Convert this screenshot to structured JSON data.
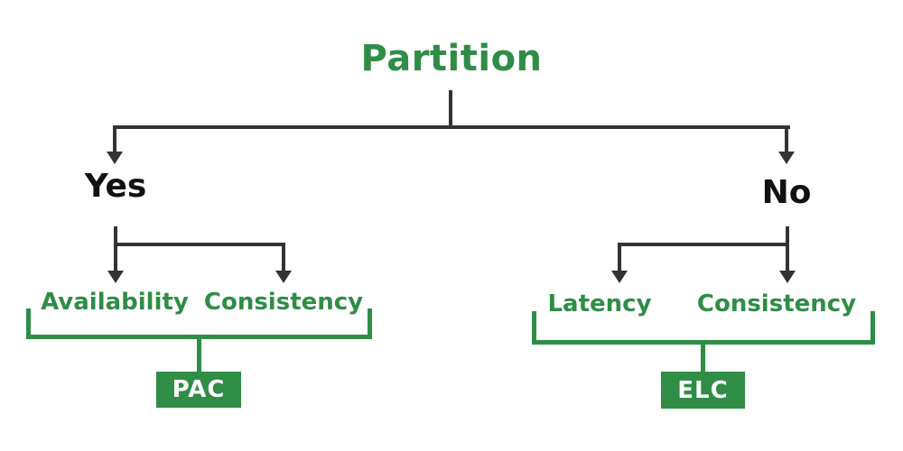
{
  "diagram": {
    "title": "Partition",
    "branches": {
      "yes": {
        "label": "Yes",
        "options": [
          "Availability",
          "Consistency"
        ],
        "result": "PAC"
      },
      "no": {
        "label": "No",
        "options": [
          "Latency",
          "Consistency"
        ],
        "result": "ELC"
      }
    },
    "colors": {
      "accent_green": "#2f8d46",
      "connector_dark": "#333333",
      "decision_text": "#111111",
      "result_text": "#ffffff",
      "background": "#ffffff"
    }
  }
}
